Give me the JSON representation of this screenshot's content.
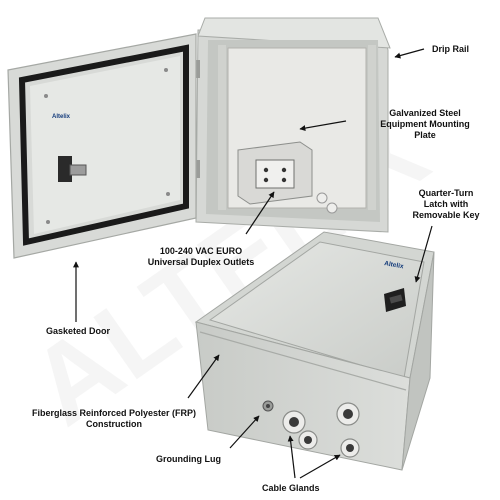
{
  "labels": {
    "drip_rail": "Drip Rail",
    "mounting_plate": [
      "Galvanized Steel",
      "Equipment Mounting",
      "Plate"
    ],
    "latch": [
      "Quarter-Turn",
      "Latch with",
      "Removable Key"
    ],
    "outlets": [
      "100-240 VAC EURO",
      "Universal Duplex Outlets"
    ],
    "gasketed_door": "Gasketed Door",
    "frp": [
      "Fiberglass Reinforced Polyester (FRP)",
      "Construction"
    ],
    "grounding_lug": "Grounding Lug",
    "cable_glands": "Cable Glands"
  },
  "logo": {
    "door_badge": "Altelix",
    "front_badge": "Altelix",
    "watermark": "ALTELIX"
  },
  "colors": {
    "enclosure": "#dcdedb",
    "enclosure_shadow": "#b9bcb8",
    "gasket": "#1a1a1a",
    "plate": "#cfcfcf",
    "label": "#111111"
  },
  "icons": [
    "arrow-icon",
    "latch-key-icon",
    "outlet-icon",
    "cable-gland-icon",
    "grounding-lug-icon"
  ]
}
